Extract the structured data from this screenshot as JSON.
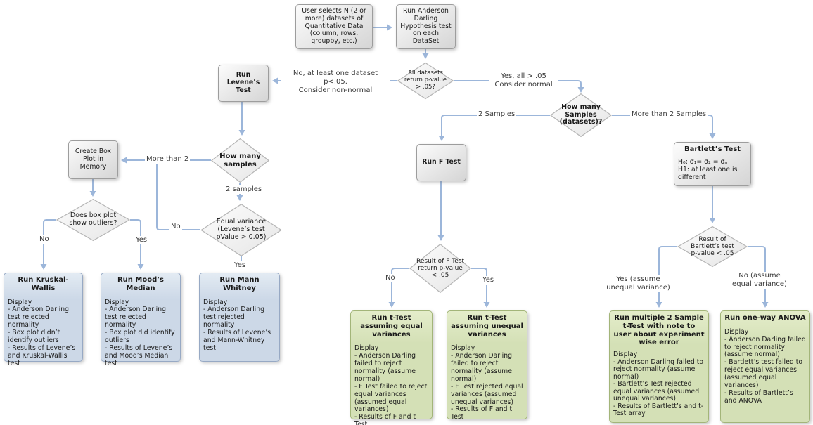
{
  "colors": {
    "connector": "#9cb6da",
    "process_border": "#9d9d9d",
    "decision_border": "#b5b5b5",
    "blue_fill": "#ccd8e7",
    "blue_border": "#97a9c4",
    "green_fill": "#d4e0b6",
    "green_border": "#a3b579"
  },
  "nodes": {
    "user_selects": {
      "text": "User selects N (2 or more) datasets of Quantitative Data (column, rows, groupby, etc.)"
    },
    "run_anderson_darling": {
      "text": "Run Anderson Darling Hypothesis test on each DataSet"
    },
    "run_levenes_test": {
      "title": "Run Levene’s Test"
    },
    "create_box_plot": {
      "text": "Create Box Plot in Memory"
    },
    "run_f_test": {
      "title": "Run F Test"
    },
    "bartletts_test": {
      "title": "Bartlett’s Test",
      "body": "H₀: σ₁= σ₂ = σₙ\nH1: at least one is different"
    }
  },
  "decisions": {
    "all_datasets": {
      "text": "All datasets return p-value > .05?"
    },
    "how_many_samples_datasets": {
      "text": "How many Samples (datasets)?"
    },
    "how_many_samples": {
      "text": "How many samples"
    },
    "box_plot_outliers": {
      "text": "Does box plot show outliers?"
    },
    "equal_variance": {
      "text": "Equal variance (Levene’s test pValue > 0.05)"
    },
    "f_test_result": {
      "text": "Result of F Test return p-value < .05"
    },
    "bartlett_result": {
      "text": "Result of Bartlett’s test p-value < .05"
    }
  },
  "results": {
    "kruskal_wallis": {
      "title": "Run Kruskal-Wallis",
      "body": "Display\n- Anderson Darling test rejected normality\n- Box plot didn’t identify outliers\n- Results of Levene’s and Kruskal-Wallis test"
    },
    "moods_median": {
      "title": "Run Mood’s Median",
      "body": "Display\n- Anderson Darling test rejected normality\n- Box plot did identify outliers\n- Results of Levene’s and Mood’s Median test"
    },
    "mann_whitney": {
      "title": "Run Mann Whitney",
      "body": "Display\n- Anderson Darling test rejected normality\n- Results of Levene’s and Mann-Whitney test"
    },
    "t_equal": {
      "title": "Run t-Test assuming equal variances",
      "body": "Display\n- Anderson Darling failed to reject normality (assume normal)\n- F Test failed to reject equal variances (assumed equal variances)\n- Results of F and t Test"
    },
    "t_unequal": {
      "title": "Run t-Test assuming unequal variances",
      "body": "Display\n- Anderson Darling failed to reject normality (assume normal)\n- F Test rejected equal variances (assumed unequal variances)\n- Results of F and t Test"
    },
    "multi_t": {
      "title": "Run multiple 2 Sample t-Test with note to user about experiment wise error",
      "body": "Display\n- Anderson Darling failed to reject normality (assume normal)\n- Bartlett’s Test rejected equal variances (assumed unequal variances)\n- Results of Bartlett’s and t-Test array"
    },
    "anova": {
      "title": "Run one-way ANOVA",
      "body": "Display\n- Anderson Darling failed to reject normality (assume normal)\n- Bartlett’s test failed to reject equal variances (assumed equal variances)\n- Results of Bartlett’s and ANOVA"
    }
  },
  "edge_labels": {
    "no_non_normal": "No, at least one dataset\np<.05.\nConsider non-normal",
    "yes_normal": "Yes, all > .05\nConsider normal",
    "two_samples_right": "2 Samples",
    "more_than_two_samples": "More than 2 Samples",
    "more_than_two": "More than 2",
    "two_samples_left": "2 samples",
    "no_outliers": "No",
    "yes_outliers": "Yes",
    "no_variance": "No",
    "yes_variance": "Yes",
    "no_f": "No",
    "yes_f": "Yes",
    "yes_unequal": "Yes (assume\nunequal variance)",
    "no_equal": "No (assume\nequal variance)"
  }
}
